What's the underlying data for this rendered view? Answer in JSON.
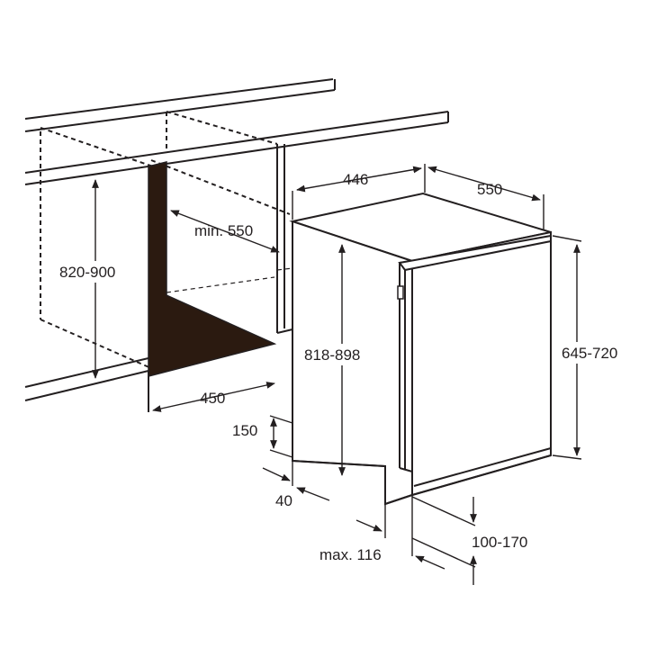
{
  "dimensions": {
    "depth_446": "446",
    "width_550_top": "550",
    "niche_depth_min": "min. 550",
    "niche_height": "820-900",
    "appliance_height": "818-898",
    "door_height": "645-720",
    "niche_width": "450",
    "plinth_height": "150",
    "plinth_offset": "40",
    "door_offset": "100-170",
    "door_overhang_max": "max. 116"
  },
  "colors": {
    "line": "#231f20",
    "niche_fill": "#2b1a10",
    "background": "#ffffff"
  }
}
